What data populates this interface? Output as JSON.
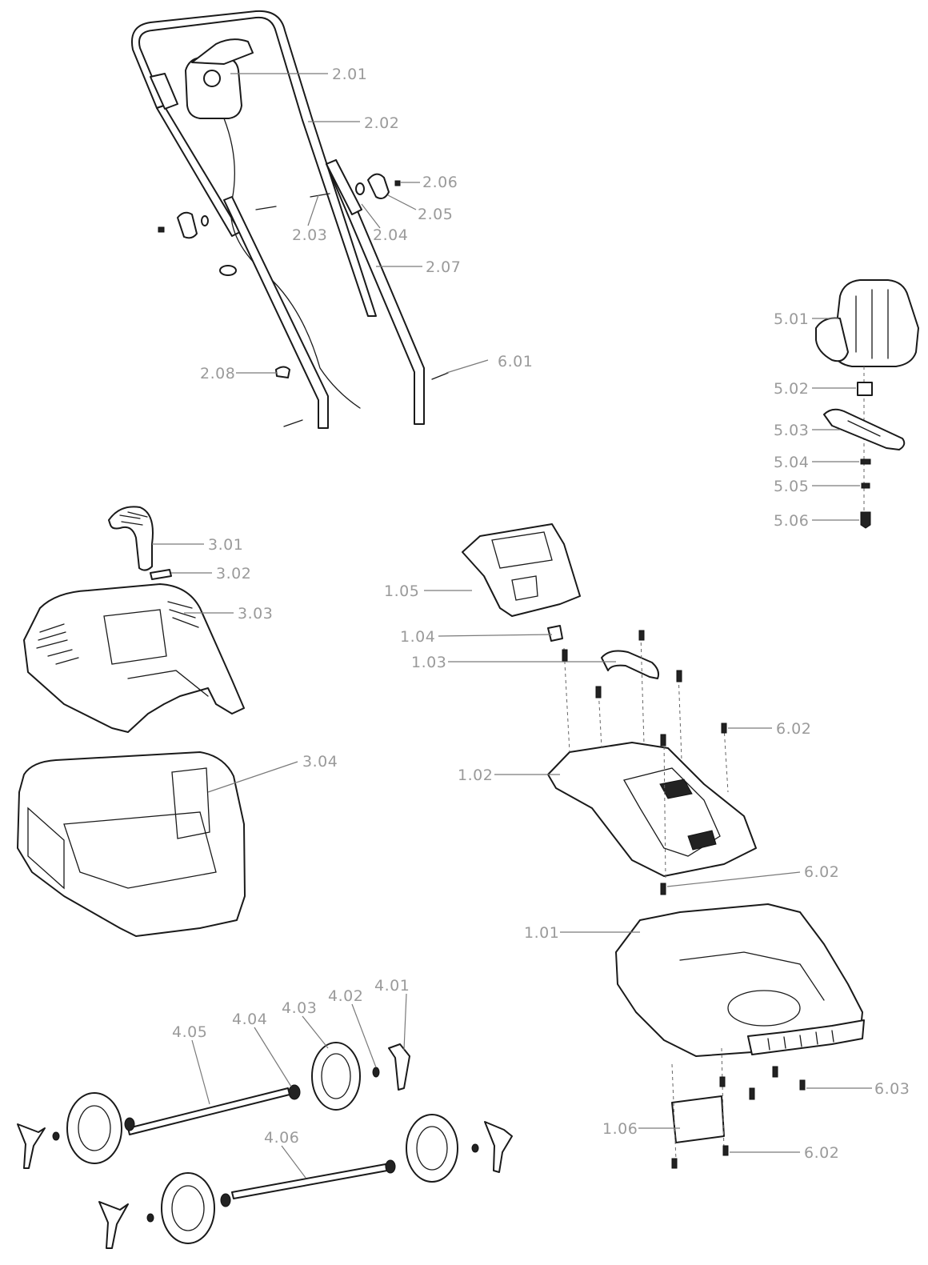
{
  "labels": [
    {
      "id": "2.01",
      "text": "2.01"
    },
    {
      "id": "2.02",
      "text": "2.02"
    },
    {
      "id": "2.03",
      "text": "2.03"
    },
    {
      "id": "2.04",
      "text": "2.04"
    },
    {
      "id": "2.05",
      "text": "2.05"
    },
    {
      "id": "2.06",
      "text": "2.06"
    },
    {
      "id": "2.07",
      "text": "2.07"
    },
    {
      "id": "2.08",
      "text": "2.08"
    },
    {
      "id": "6.01",
      "text": "6.01"
    },
    {
      "id": "5.01",
      "text": "5.01"
    },
    {
      "id": "5.02",
      "text": "5.02"
    },
    {
      "id": "5.03",
      "text": "5.03"
    },
    {
      "id": "5.04",
      "text": "5.04"
    },
    {
      "id": "5.05",
      "text": "5.05"
    },
    {
      "id": "5.06",
      "text": "5.06"
    },
    {
      "id": "3.01",
      "text": "3.01"
    },
    {
      "id": "3.02",
      "text": "3.02"
    },
    {
      "id": "3.03",
      "text": "3.03"
    },
    {
      "id": "3.04",
      "text": "3.04"
    },
    {
      "id": "1.05",
      "text": "1.05"
    },
    {
      "id": "1.04",
      "text": "1.04"
    },
    {
      "id": "1.03",
      "text": "1.03"
    },
    {
      "id": "1.02",
      "text": "1.02"
    },
    {
      "id": "1.01",
      "text": "1.01"
    },
    {
      "id": "1.06",
      "text": "1.06"
    },
    {
      "id": "6.02a",
      "text": "6.02"
    },
    {
      "id": "6.02b",
      "text": "6.02"
    },
    {
      "id": "6.02c",
      "text": "6.02"
    },
    {
      "id": "6.03",
      "text": "6.03"
    },
    {
      "id": "4.01",
      "text": "4.01"
    },
    {
      "id": "4.02",
      "text": "4.02"
    },
    {
      "id": "4.03",
      "text": "4.03"
    },
    {
      "id": "4.04",
      "text": "4.04"
    },
    {
      "id": "4.05",
      "text": "4.05"
    },
    {
      "id": "4.06",
      "text": "4.06"
    }
  ]
}
